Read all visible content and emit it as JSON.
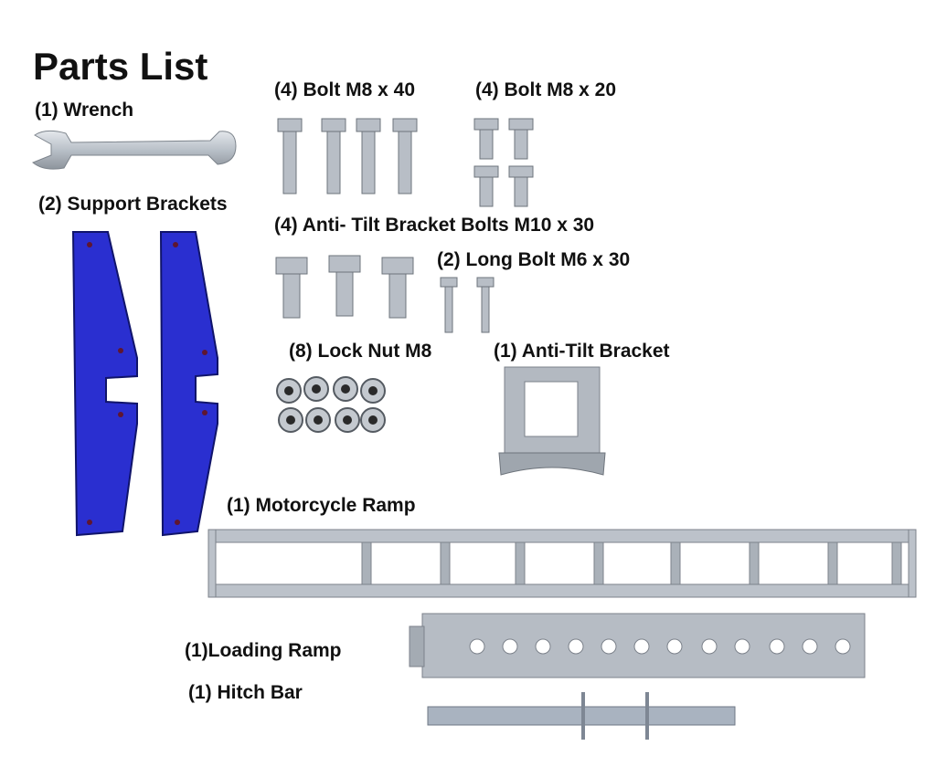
{
  "title": "Parts List",
  "labels": {
    "wrench": "(1) Wrench",
    "support_brackets": "(2) Support Brackets",
    "bolt_m8x40": "(4) Bolt M8 x 40",
    "bolt_m8x20": "(4) Bolt M8 x 20",
    "anti_tilt_bolts": "(4) Anti- Tilt Bracket Bolts M10 x 30",
    "long_bolt": "(2) Long Bolt M6 x 30",
    "lock_nut": "(8) Lock Nut M8",
    "anti_tilt_bracket": "(1) Anti-Tilt Bracket",
    "motorcycle_ramp": "(1) Motorcycle Ramp",
    "loading_ramp": "(1)Loading Ramp",
    "hitch_bar": "(1) Hitch Bar"
  },
  "colors": {
    "bracket_blue": "#2a2fd0",
    "metal": "#b8bec6",
    "metal_dark": "#8a9099"
  }
}
